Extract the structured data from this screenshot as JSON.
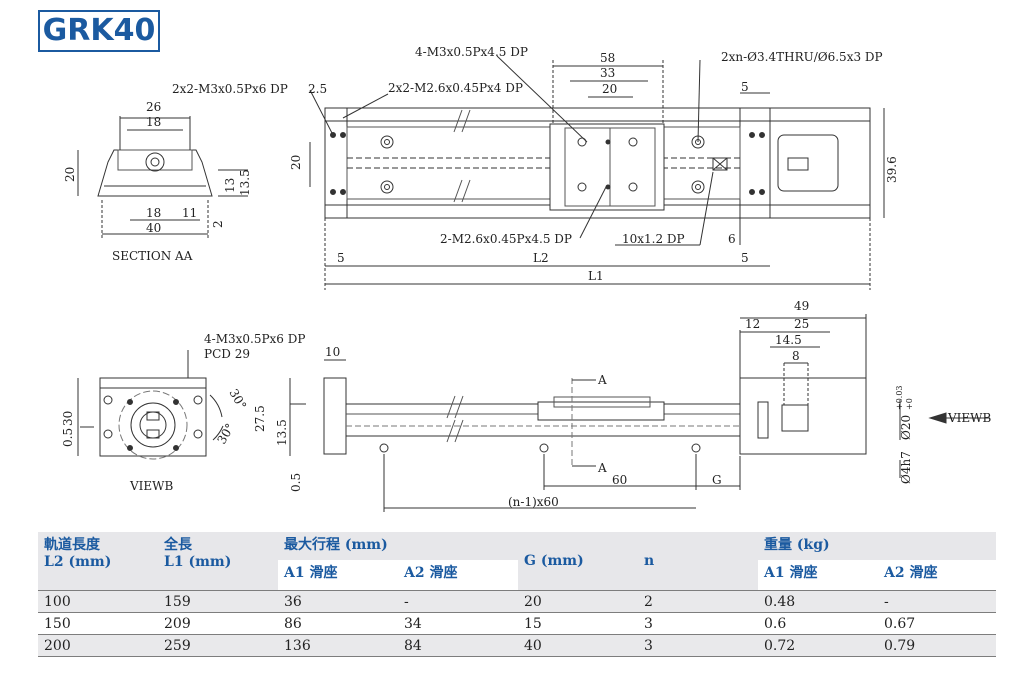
{
  "model": "GRK40",
  "top_view": {
    "callouts": {
      "tap_m3_top": "4-M3x0.5Px4.5 DP",
      "thru_hole": "2xn-Ø3.4THRU/Ø6.5x3 DP",
      "tap_m3_side": "2x2-M3x0.5Px6 DP",
      "tap_m26_side": "2x2-M2.6x0.45Px4 DP",
      "tap_m26_bottom": "2-M2.6x0.45Px4.5 DP",
      "slot": "10x1.2 DP"
    },
    "dims": {
      "d58": "58",
      "d33": "33",
      "d20_top": "20",
      "d25": "2.5",
      "d5_right_top": "5",
      "d20_left": "20",
      "d396": "39.6",
      "d6": "6",
      "d5_left": "5",
      "l2": "L2",
      "d5_right": "5",
      "l1": "L1"
    }
  },
  "section_view": {
    "label": "SECTION AA",
    "dims": {
      "d26": "26",
      "d18_top": "18",
      "d20": "20",
      "d13": "13",
      "d135": "13.5",
      "d18_bot": "18",
      "d11": "11",
      "d40": "40",
      "d2": "2"
    }
  },
  "end_view": {
    "label": "VIEWB",
    "callouts": {
      "tap": "4-M3x0.5Px6 DP",
      "pcd": "PCD 29"
    },
    "dims": {
      "d30": "30",
      "d05": "0.5",
      "ang30a": "30°",
      "ang30b": "30°"
    }
  },
  "side_view": {
    "view_label": "VIEWB",
    "section_mark_top": "A",
    "section_mark_bottom": "A",
    "dims": {
      "d10": "10",
      "d275": "27.5",
      "d135": "13.5",
      "d05": "0.5",
      "d49": "49",
      "d12": "12",
      "d25": "25",
      "d145": "14.5",
      "d8": "8",
      "d60": "60",
      "g": "G",
      "pitch": "(n-1)x60",
      "dia20": "Ø20",
      "tol_up": "+0.03",
      "tol_dn": "+0",
      "dia4": "Ø4h7"
    }
  },
  "table": {
    "headers": {
      "rail_length": "軌道長度",
      "rail_length_unit": "L2 (mm)",
      "full_length": "全長",
      "full_length_unit": "L1 (mm)",
      "max_stroke": "最大行程 (mm)",
      "a1": "A1 滑座",
      "a2": "A2 滑座",
      "g": "G (mm)",
      "n": "n",
      "weight": "重量 (kg)",
      "w_a1": "A1 滑座",
      "w_a2": "A2 滑座"
    },
    "rows": [
      [
        "100",
        "159",
        "36",
        "-",
        "20",
        "2",
        "0.48",
        "-"
      ],
      [
        "150",
        "209",
        "86",
        "34",
        "15",
        "3",
        "0.6",
        "0.67"
      ],
      [
        "200",
        "259",
        "136",
        "84",
        "40",
        "3",
        "0.72",
        "0.79"
      ]
    ]
  }
}
